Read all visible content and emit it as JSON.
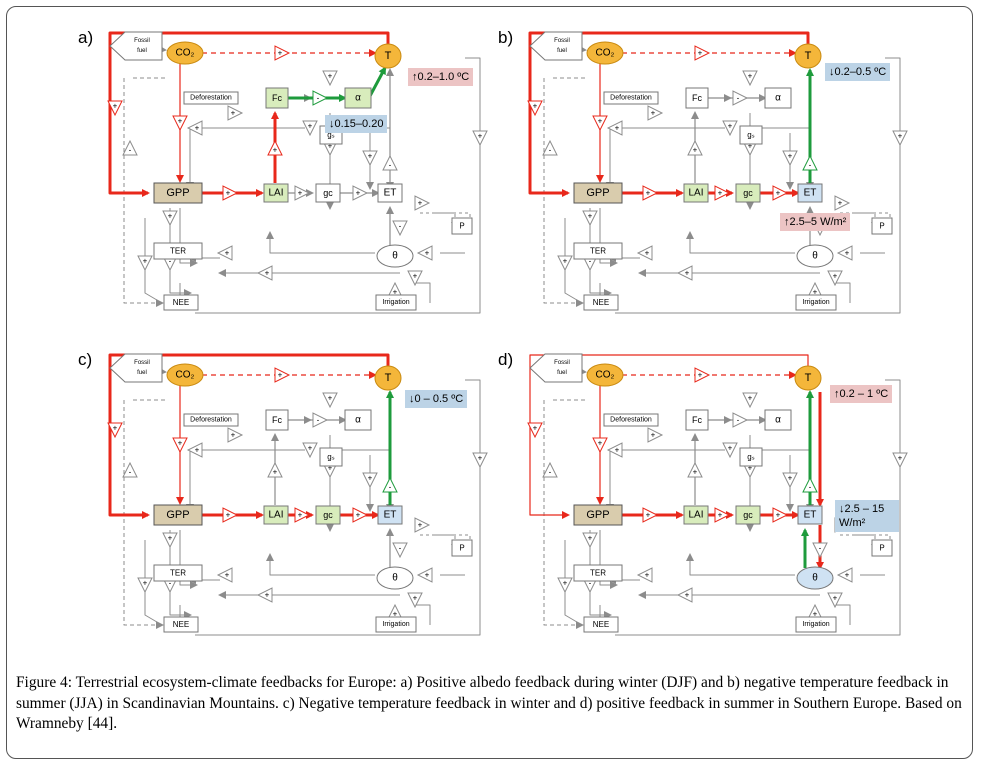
{
  "figure": {
    "caption": "Figure 4: Terrestrial ecosystem-climate feedbacks for Europe: a) Positive albedo feedback during winter (DJF) and b) negative temperature feedback in summer (JJA) in Scandinavian Mountains. c) Negative temperature feedback in winter and d) positive feedback in summer in Southern Europe. Based on Wramneby [44]."
  },
  "nodes": {
    "fossil_line1": "Fossil",
    "fossil_line2": "fuel",
    "co2": "CO₂",
    "temperature": "T",
    "deforestation": "Deforestation",
    "fc": "Fᴄ",
    "alpha": "α",
    "gs": "gₛ",
    "gpp": "GPP",
    "lai": "LAI",
    "gc": "gᴄ",
    "et": "ET",
    "p": "P",
    "ter": "TER",
    "theta": "θ",
    "nee": "NEE",
    "irrigation": "Irrigation",
    "plus": "+",
    "minus": "-"
  },
  "panels": [
    {
      "id": "a",
      "label": "a)",
      "badges": [
        {
          "text": "↑0.2–1.0 ºC",
          "color": "pink"
        },
        {
          "text": "↓0.15–0.20",
          "color": "blue"
        }
      ]
    },
    {
      "id": "b",
      "label": "b)",
      "badges": [
        {
          "text": "↓0.2–0.5 ºC",
          "color": "blue"
        },
        {
          "text": "↑2.5–5 W/m²",
          "color": "pink"
        }
      ]
    },
    {
      "id": "c",
      "label": "c)",
      "badges": [
        {
          "text": "↓0 – 0.5 ºC",
          "color": "blue"
        }
      ]
    },
    {
      "id": "d",
      "label": "d)",
      "badges": [
        {
          "text": "↑0.2 – 1 ºC",
          "color": "pink"
        },
        {
          "text": "↓2.5 – 15 W/m²",
          "color": "blue"
        }
      ]
    }
  ],
  "colors": {
    "red": "#e8281b",
    "green": "#1e9b3c",
    "gray": "#8c8c8c",
    "node_orange": "#f4b63a",
    "node_brown": "#d9ccad",
    "node_green": "#d8ecbc",
    "node_blue": "#cfe2f3"
  }
}
